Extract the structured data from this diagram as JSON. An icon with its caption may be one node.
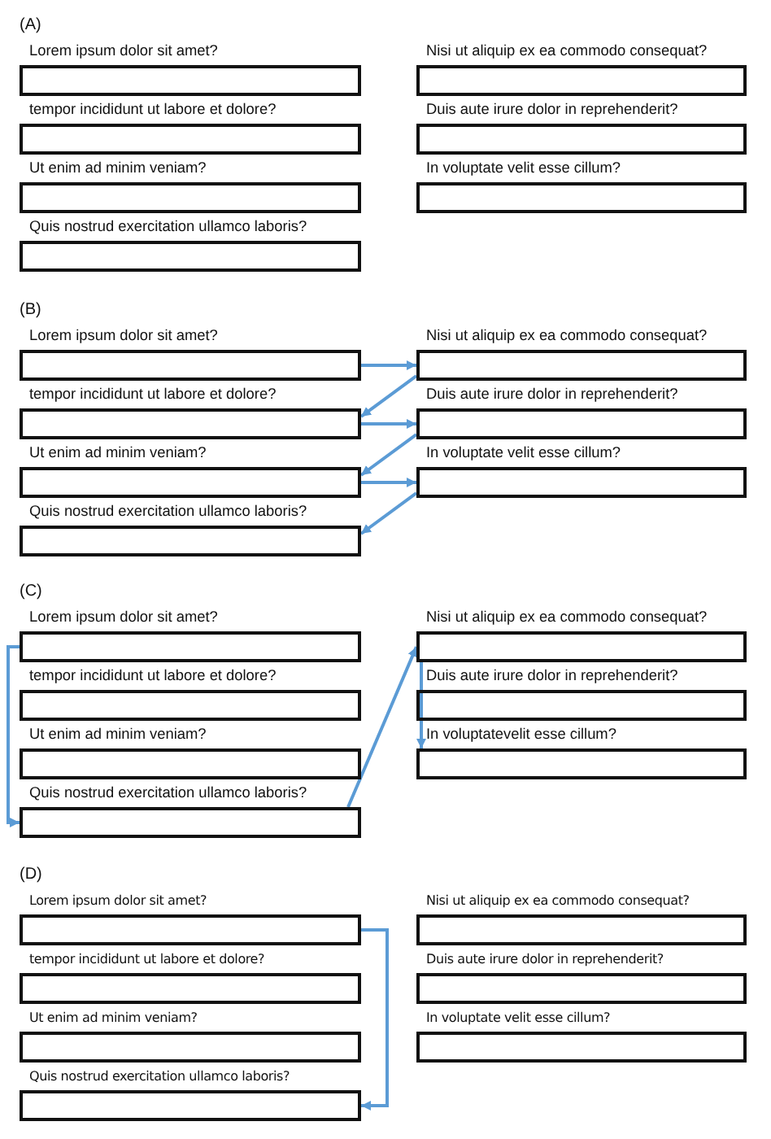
{
  "diagram": {
    "nodes": [
      {
        "text": [
          "Lorem ipsum dolor sit amet?"
        ]
      },
      {
        "text": [
          "Nisi ut aliquip ex ea commodo consequat?"
        ]
      },
      {
        "text": [
          "tempor incididunt ut labore et dolore?"
        ]
      },
      {
        "text": [
          "Duis aute irure dolor in reprehenderit?"
        ]
      },
      {
        "text": [
          "Ut enim ad minim veniam?"
        ]
      },
      {
        "text": [
          "In voluptate velit esse cillum?"
        ]
      },
      {
        "text": [
          "Quis nostrud exercitation ullamco laboris?"
        ]
      },
      {
        "text": [
          "Lorem ipsum dolor sit amet?"
        ]
      },
      {
        "text": [
          "Nisi ut aliquip ex ea commodo consequat?"
        ]
      },
      {
        "text": [
          "tempor incididunt ut labore et dolore?"
        ]
      },
      {
        "text": [
          "Duis aute irure dolor in reprehenderit?"
        ]
      },
      {
        "text": [
          "Ut enim ad minim veniam?"
        ]
      },
      {
        "text": [
          "In voluptate velit esse cillum?"
        ]
      },
      {
        "text": [
          "Quis nostrud exercitation ullamco laboris?"
        ]
      },
      {
        "text": [
          "Lorem ipsum dolor sit amet?"
        ]
      },
      {
        "text": [
          "Nisi ut aliquip ex ea commodo consequat?"
        ]
      },
      {
        "text": [
          "tempor incididunt ut labore et dolore?"
        ]
      },
      {
        "text": [
          "Duis aute irure dolor in reprehenderit?"
        ]
      },
      {
        "text": [
          "Ut enim ad minim veniam?"
        ]
      },
      {
        "text": [
          "In voluptatevelit esse cillum?"
        ]
      },
      {
        "text": [
          "Quis nostrud exercitation ullamco laboris?"
        ]
      },
      {
        "text": [
          "Lorem ipsum dolor sit amet?"
        ]
      },
      {
        "text": [
          "Nisi ut aliquip ex ea commodo consequat?"
        ]
      },
      {
        "text": [
          "tempor incididunt ut labore et dolore?"
        ]
      },
      {
        "text": [
          "Duis aute irure dolor in reprehenderit?"
        ]
      },
      {
        "text": [
          "Ut enim ad minim veniam?"
        ]
      },
      {
        "text": [
          "In voluptate velit esse cillum?"
        ]
      },
      {
        "text": [
          "Quis nostrud exercitation ullamco laboris?"
        ]
      }
    ],
    "edges": [
      {
        "from": 7,
        "to": 8,
        "arrow": "to"
      },
      {
        "from": 8,
        "to": 9,
        "arrow": "to"
      },
      {
        "from": 9,
        "to": 10,
        "arrow": "to"
      },
      {
        "from": 10,
        "to": 11,
        "arrow": "to"
      },
      {
        "from": 11,
        "to": 12,
        "arrow": "to"
      },
      {
        "from": 12,
        "to": 13,
        "arrow": "to"
      },
      {
        "from": 14,
        "to": 20,
        "arrow": "to"
      },
      {
        "from": 20,
        "to": 15,
        "arrow": "to"
      },
      {
        "from": 15,
        "to": 19,
        "arrow": "to"
      },
      {
        "from": 21,
        "to": 27,
        "arrow": "to"
      }
    ],
    "labels": [
      "(A)",
      "(B)",
      "(C)",
      "(D)"
    ]
  }
}
